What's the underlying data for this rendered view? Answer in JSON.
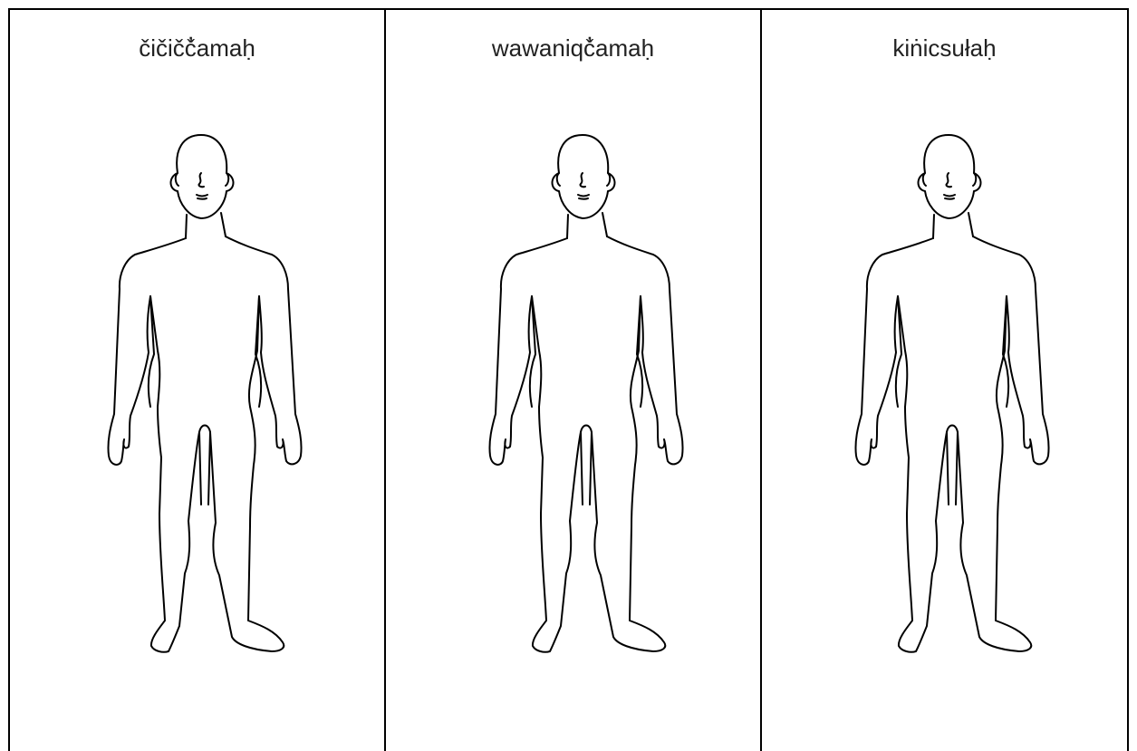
{
  "columns": [
    {
      "label": "čičičč̓amaḥ"
    },
    {
      "label": "wawaniqč̓amaḥ"
    },
    {
      "label": "kiṅicsułaḥ"
    }
  ]
}
